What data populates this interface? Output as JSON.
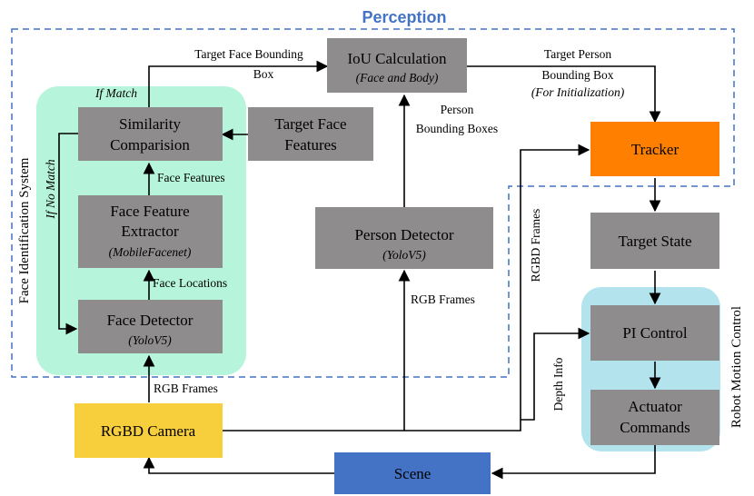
{
  "title": "Perception",
  "groups": {
    "face_identification": "Face Identification System",
    "robot_motion": "Robot Motion Control"
  },
  "blocks": {
    "iou": {
      "title": "IoU Calculation",
      "subtitle": "(Face and Body)"
    },
    "similarity": {
      "line1": "Similarity",
      "line2": "Comparision"
    },
    "target_face": {
      "line1": "Target Face",
      "line2": "Features"
    },
    "extractor": {
      "line1": "Face Feature",
      "line2": "Extractor",
      "subtitle": "(MobileFacenet)"
    },
    "face_detector": {
      "title": "Face Detector",
      "subtitle": "(YoloV5)"
    },
    "person_detector": {
      "title": "Person Detector",
      "subtitle": "(YoloV5)"
    },
    "tracker": {
      "title": "Tracker"
    },
    "target_state": {
      "title": "Target State"
    },
    "pi_control": {
      "title": "PI Control"
    },
    "actuator": {
      "line1": "Actuator",
      "line2": "Commands"
    },
    "camera": {
      "title": "RGBD Camera"
    },
    "scene": {
      "title": "Scene"
    }
  },
  "edges": {
    "target_face_bbox_1": "Target Face Bounding",
    "target_face_bbox_2": "Box",
    "target_person_bbox_1": "Target Person",
    "target_person_bbox_2": "Bounding Box",
    "for_init": "(For Initialization)",
    "person_bboxes_1": "Person",
    "person_bboxes_2": "Bounding Boxes",
    "if_match": "If Match",
    "if_no_match": "If No Match",
    "face_features": "Face Features",
    "face_locations": "Face Locations",
    "rgb_frames_face": "RGB Frames",
    "rgb_frames_person": "RGB Frames",
    "rgbd_frames": "RGBD Frames",
    "depth_info": "Depth Info"
  },
  "colors": {
    "block_gray": "#8f8c8d",
    "tracker": "#ff8000",
    "camera": "#f7ce3c",
    "scene": "#4472c4",
    "face_group_bg": "#b6f5dc",
    "motion_group_bg": "#b3e4ee",
    "perception_border": "#4472c4"
  }
}
